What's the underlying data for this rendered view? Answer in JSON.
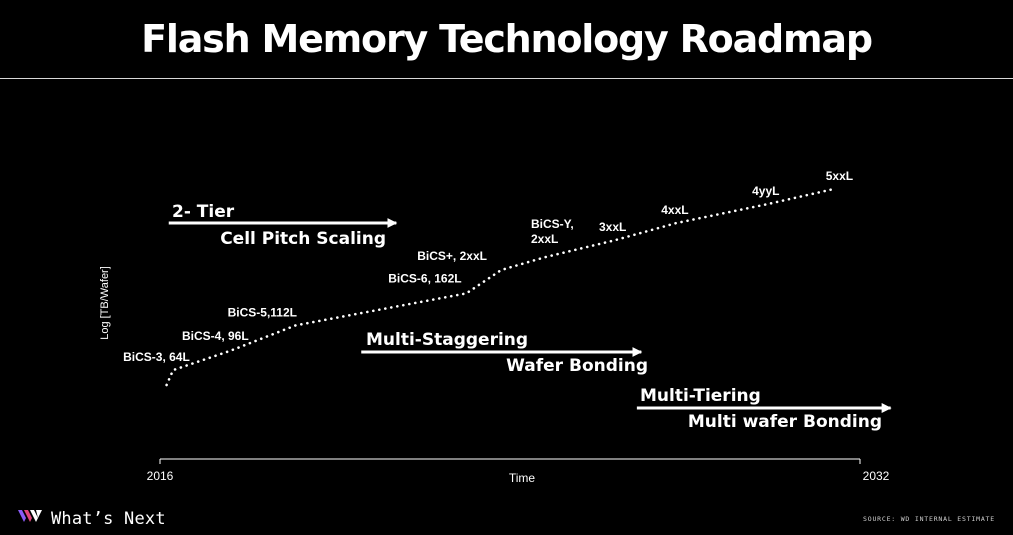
{
  "header": {
    "title": "Flash Memory Technology Roadmap"
  },
  "chart_data": {
    "type": "line",
    "title": "Flash Memory Technology Roadmap",
    "xlabel": "Time",
    "ylabel": "Log [TB/Wafer]",
    "x_tick_labels": [
      "2016",
      "2032"
    ],
    "xlim": [
      2016,
      2032
    ],
    "y_scale": "log",
    "y_values_shown": false,
    "line_style": "dotted",
    "line_color": "#ffffff",
    "grid": false,
    "legend": "none",
    "points": [
      {
        "label": "BiCS-3, 64L",
        "x": 2016.3,
        "y": 0.07
      },
      {
        "label": "BiCS-4, 96L",
        "x": 2017.6,
        "y": 0.16
      },
      {
        "label": "BiCS-5,112L",
        "x": 2019.1,
        "y": 0.28
      },
      {
        "label": "BiCS-6, 162L",
        "x": 2023.0,
        "y": 0.43
      },
      {
        "label": "BiCS+, 2xxL",
        "x": 2023.8,
        "y": 0.54
      },
      {
        "label": "BiCS-Y, 2xxL",
        "x": 2024.8,
        "y": 0.6
      },
      {
        "label": "3xxL",
        "x": 2026.4,
        "y": 0.68
      },
      {
        "label": "4xxL",
        "x": 2027.8,
        "y": 0.76
      },
      {
        "label": "4yyL",
        "x": 2029.9,
        "y": 0.85
      },
      {
        "label": "5xxL",
        "x": 2031.4,
        "y": 0.92
      }
    ],
    "annotations": [
      {
        "id": "two-tier",
        "line1": "2- Tier",
        "line2": "Cell Pitch Scaling",
        "x_start": 2016.2,
        "x_end": 2021.4
      },
      {
        "id": "multi-staggering",
        "line1": "Multi-Staggering",
        "line2": "Wafer Bonding",
        "x_start": 2020.6,
        "x_end": 2027.0
      },
      {
        "id": "multi-tiering",
        "line1": "Multi-Tiering",
        "line2": "Multi wafer Bonding",
        "x_start": 2026.9,
        "x_end": 2032.7
      }
    ]
  },
  "footer": {
    "brand": "What’s Next",
    "source": "SOURCE: WD INTERNAL ESTIMATE",
    "logo_icon": "wd-chevron-logo-icon",
    "logo_colors": [
      "#ffffff",
      "#8a5cf6",
      "#e0457b"
    ]
  }
}
